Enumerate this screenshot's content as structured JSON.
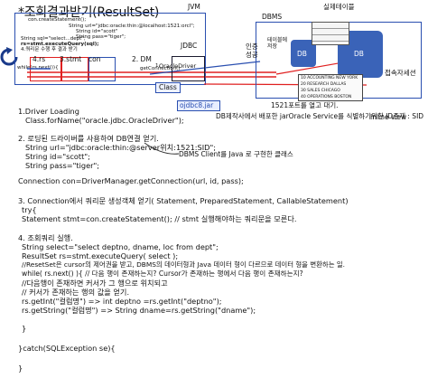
{
  "diagram": {
    "title": "*조회결과받기(ResultSet)",
    "jvm_label": "JVM",
    "dbms_label": "DBMS",
    "real_table_label": "실제테이블",
    "jdbc_label": "JDBC",
    "oracle_driver_label": "OracleDriver",
    "class_label": "Class",
    "jar_label": "ojdbc8.jar",
    "connect_label": "인증\n성공",
    "db_label": "DB",
    "db_label2": "DB",
    "temp_table_label": "테이블에\n저장",
    "session_label": "접속자세션",
    "inline_view_label": "Inline view",
    "port_label": "1521포트를 열고 대기.",
    "jar_caption": "DB제작사에서 배포한 jarOracle Service를 식별하기위한 ID존재 : SID",
    "dbms_client_caption": "DBMS Client를  Java 로 구현한 클래스",
    "code_lines": [
      "con.createStatement();",
      "String url=\"jdbc:oracle:thin:@localhost:1521:orcl\";",
      "String id=\"scott\"",
      "String pass=\"tiger\";",
      "String sql=\"select...dept\";",
      "rs=stmt.executeQuery(sql);",
      "4.쿼리문 수행 후 결과 받기",
      "while(rs.next()){"
    ],
    "steps": {
      "s4": "4.rs",
      "s3": "3.stmt",
      "s2": "2. DM",
      "con": "con",
      "getconnection": "getConnection()",
      "s1": "1."
    },
    "table_rows": [
      "10 ACCOUNTING NEW YORK",
      "20 RESEARCH DALLAS",
      "30 SALES CHICAGO",
      "40 OPERATIONS BOSTON"
    ]
  },
  "notes": {
    "step1_title": "1.Driver Loading",
    "step1_code": "Class.forName(\"oracle.jdbc.OracleDriver\");",
    "step2_title": "2. 로딩된 드라이버를 사용하여 DB연결 얻기.",
    "step2_lines": [
      "String url=\"jdbc:oracle:thin:@server위치:1521:SID\";",
      "String id=\"scott\";",
      "String pass=\"tiger\";",
      "Connection con=DriverManager.getConnection(url, id, pass);"
    ],
    "step3_title": "3. Connection에서 쿼리문 생성객체 얻기( Statement, PreparedStatement, CallableStatement)",
    "step3_lines": [
      "try{",
      "  Statement stmt=con.createStatement(); // stmt 실행해야하는 쿼리문을 모른다."
    ],
    "step4_title": "4. 조회쿼리 실행.",
    "step4_lines": [
      "String select=\"select deptno, dname, loc from dept\";",
      "ResultSet rs=stmt.executeQuery( select );",
      "//ResetSet은 cursor의 제어권을 받고, DBMS의 데이터형과 Java 데이터 형이 다르므로 데이터 형을 변환하는 일.",
      "while(  rs.next()  ){ // 다음 행이 존재하는지? Cursor가 존재하는 행에서 다음 행이 존재하는지?",
      "  //다음행이 존재하면 커서가 그 행으로 위치되고",
      "  // 커서가 존재하는 행의 값을 얻기.",
      "  rs.getInt(\"컬럼명\") =>   int deptno =rs.getInt(\"deptno\");",
      "  rs.getString(\"컬럼명\") => String dname=rs.getString(\"dname\");",
      "",
      "}",
      "",
      "}catch(SQLException se){",
      "",
      "}"
    ]
  },
  "colors": {
    "red": "#e02020",
    "blue": "#2a4fb0",
    "db_blue": "#3a63b8",
    "dark": "#1a1a2e"
  }
}
